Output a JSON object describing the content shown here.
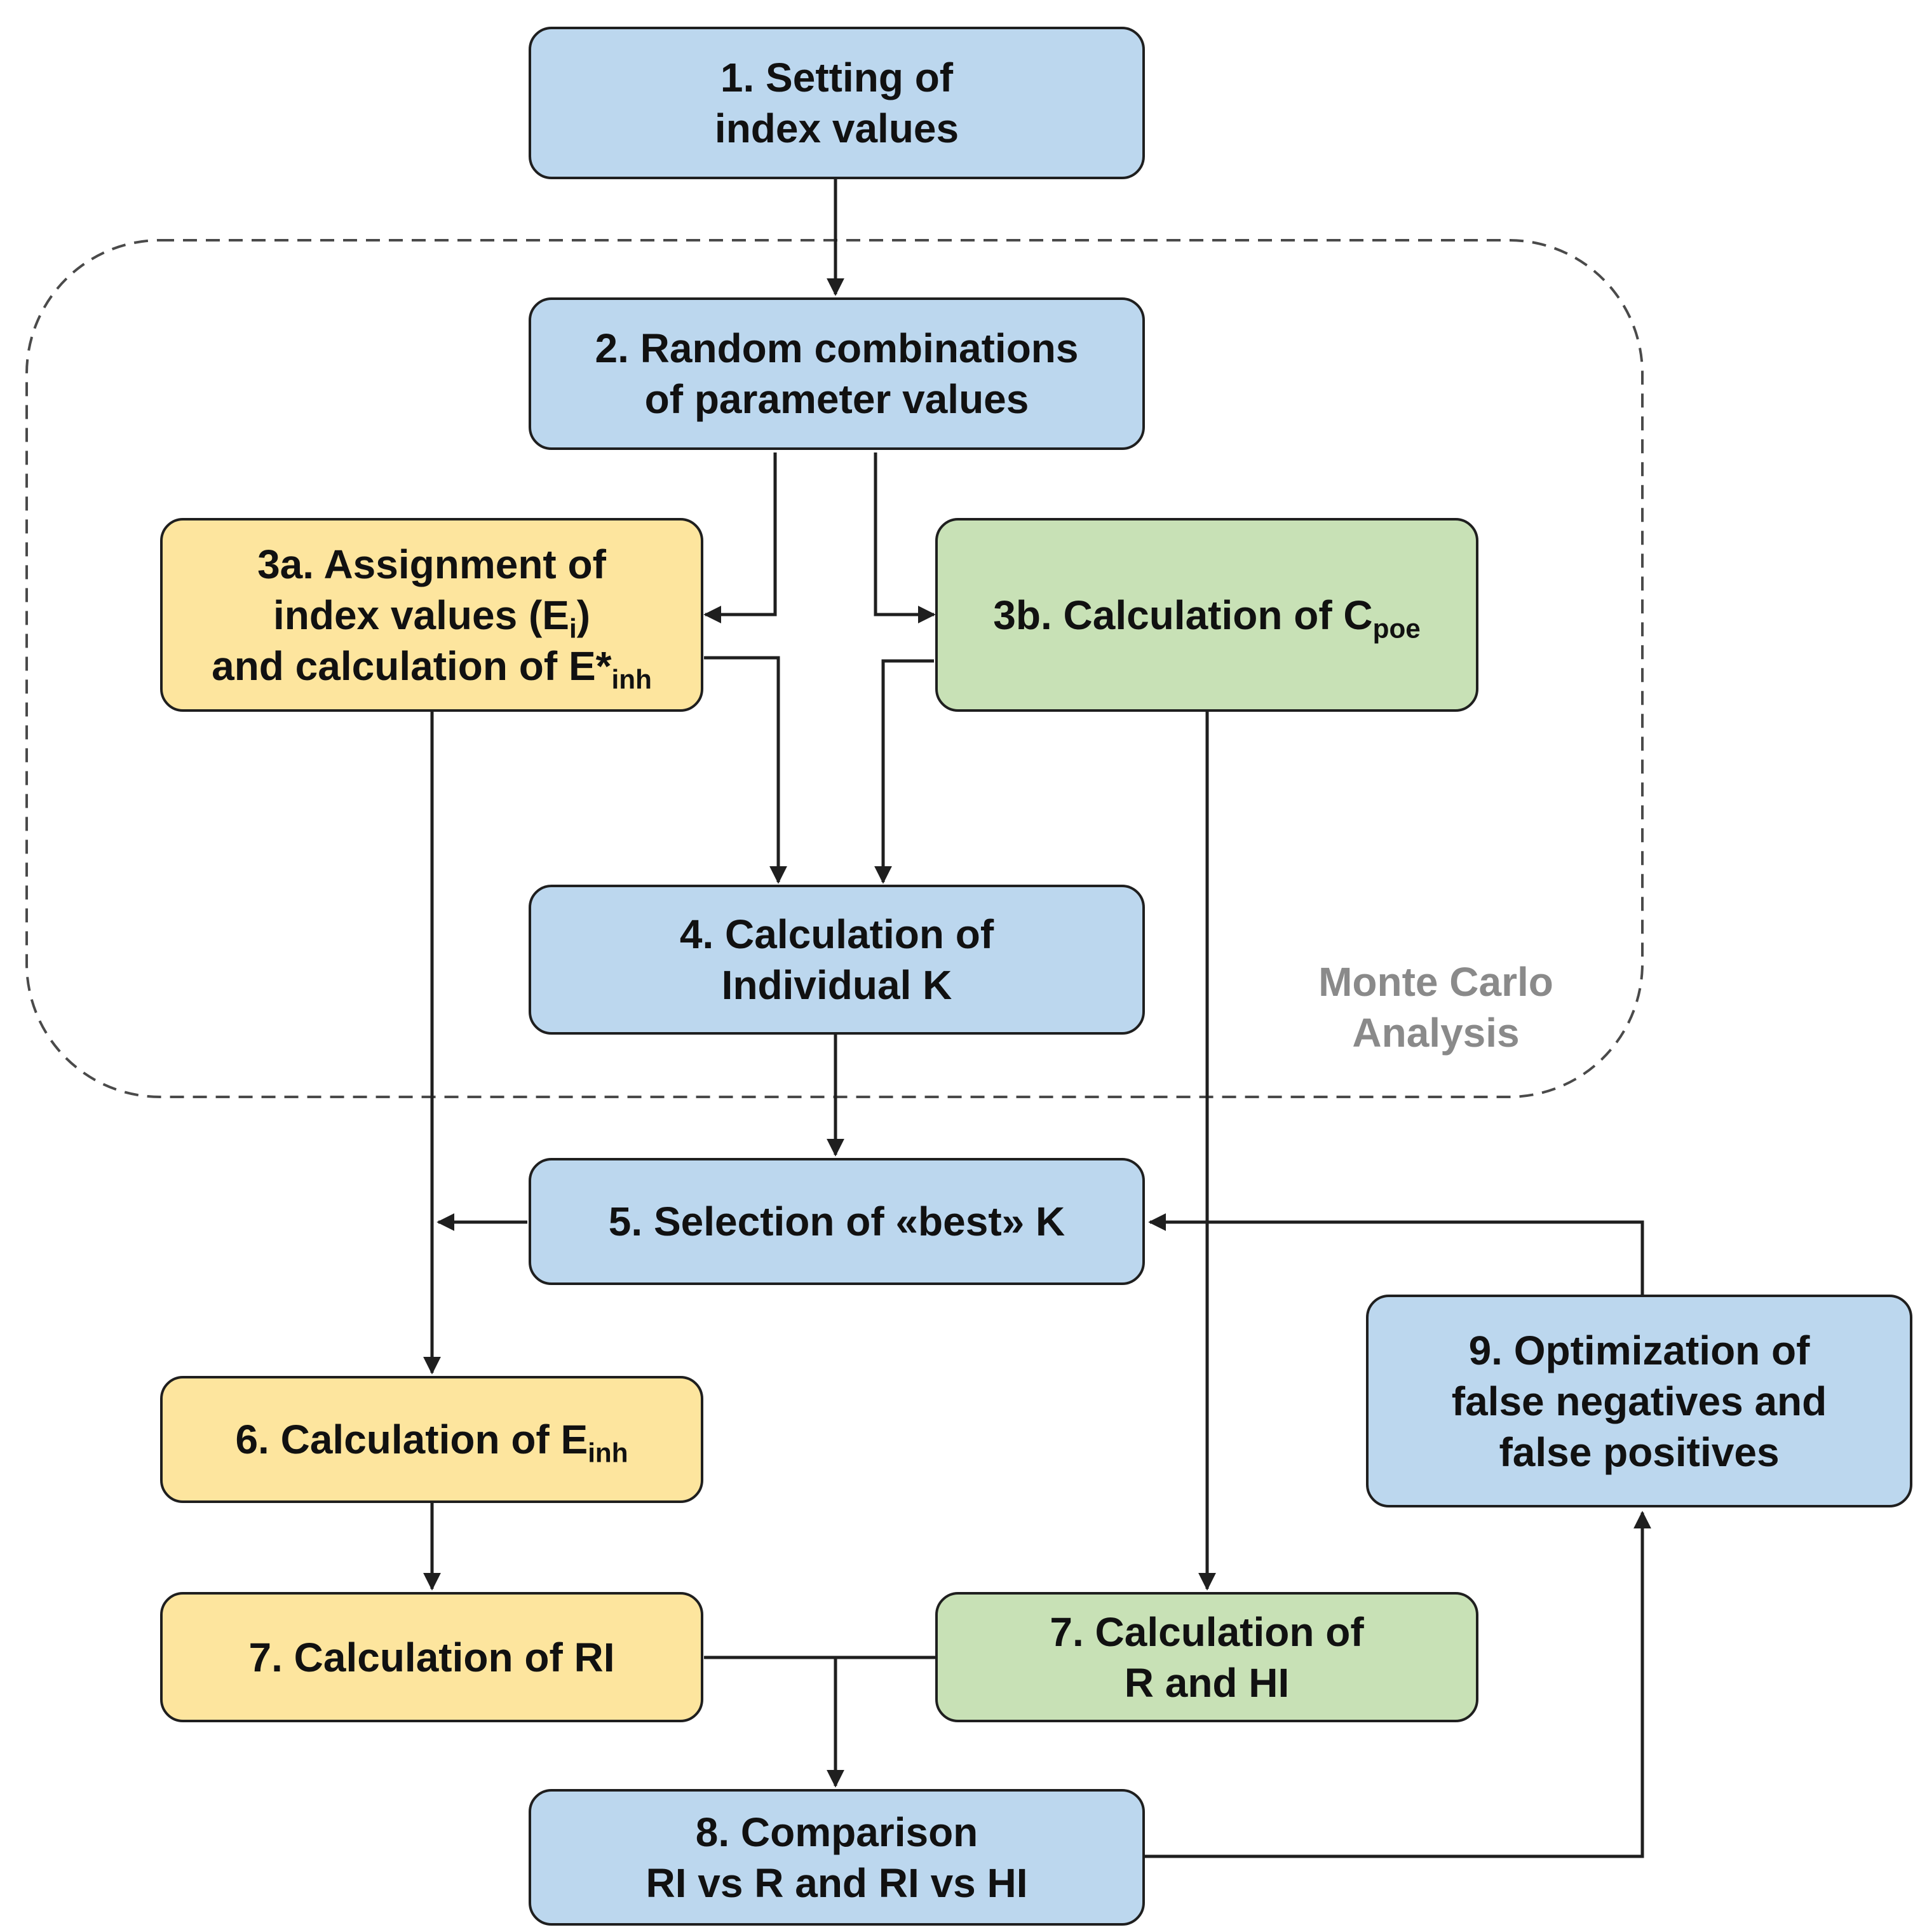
{
  "colors": {
    "blue_box": "#bcd7ee",
    "yellow_box": "#fde59e",
    "green_box": "#c8e1b6",
    "monte_carlo_label": "#8a8a8a",
    "lines": "#1f1f1f"
  },
  "boxes": {
    "b1": {
      "lines": [
        "1. Setting of",
        "index values"
      ]
    },
    "b2": {
      "lines": [
        "2. Random combinations",
        "of parameter values"
      ]
    },
    "b3a": {
      "line1": "3a. Assignment of",
      "line2_pre": "index values (E",
      "line2_sub": "i",
      "line2_post": ")",
      "line3_pre": "and calculation of E*",
      "line3_sub": "inh"
    },
    "b3b": {
      "text_pre": "3b. Calculation of C",
      "text_sub": "poe"
    },
    "b4": {
      "lines": [
        "4. Calculation of",
        "Individual K"
      ]
    },
    "b5": {
      "text": "5. Selection of «best» K"
    },
    "b6": {
      "text_pre": "6. Calculation of E",
      "text_sub": "inh"
    },
    "b7_ri": {
      "text": "7. Calculation of RI"
    },
    "b7_rhi": {
      "lines": [
        "7. Calculation of",
        "R and HI"
      ]
    },
    "b8": {
      "lines": [
        "8. Comparison",
        "RI vs R and RI vs HI"
      ]
    },
    "b9": {
      "lines": [
        "9. Optimization of",
        "false negatives and",
        "false positives"
      ]
    }
  },
  "monte_carlo": {
    "lines": [
      "Monte Carlo",
      "Analysis"
    ]
  }
}
